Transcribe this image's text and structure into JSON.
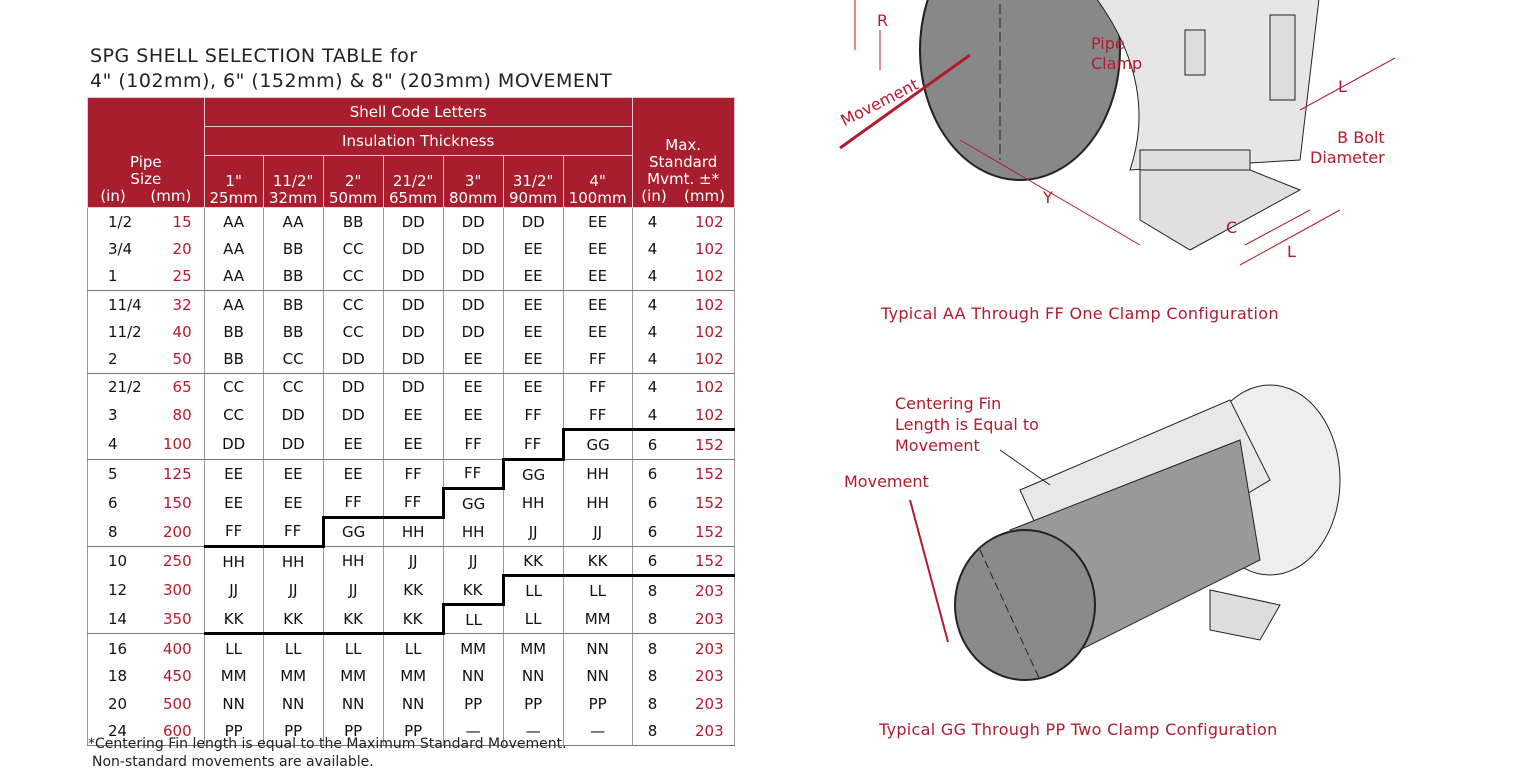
{
  "title_line1": "SPG SHELL SELECTION TABLE for",
  "title_line2": "4\" (102mm), 6\" (152mm) & 8\" (203mm) MOVEMENT",
  "header": {
    "pipe": "Pipe",
    "size": "Size",
    "in": "(in)",
    "mm": "(mm)",
    "shell": "Shell Code Letters",
    "insulation": "Insulation Thickness",
    "max1": "Max.",
    "max2": "Standard",
    "max3": "Mvmt. ±*",
    "thickness": [
      [
        "1\"",
        "25mm"
      ],
      [
        "11/2\"",
        "32mm"
      ],
      [
        "2\"",
        "50mm"
      ],
      [
        "21/2\"",
        "65mm"
      ],
      [
        "3\"",
        "80mm"
      ],
      [
        "31/2\"",
        "90mm"
      ],
      [
        "4\"",
        "100mm"
      ]
    ]
  },
  "rows": [
    [
      "1/2",
      "15",
      "AA",
      "AA",
      "BB",
      "DD",
      "DD",
      "DD",
      "EE",
      "4",
      "102"
    ],
    [
      "3/4",
      "20",
      "AA",
      "BB",
      "CC",
      "DD",
      "DD",
      "EE",
      "EE",
      "4",
      "102"
    ],
    [
      "1",
      "25",
      "AA",
      "BB",
      "CC",
      "DD",
      "DD",
      "EE",
      "EE",
      "4",
      "102"
    ],
    [
      "11/4",
      "32",
      "AA",
      "BB",
      "CC",
      "DD",
      "DD",
      "EE",
      "EE",
      "4",
      "102"
    ],
    [
      "11/2",
      "40",
      "BB",
      "BB",
      "CC",
      "DD",
      "DD",
      "EE",
      "EE",
      "4",
      "102"
    ],
    [
      "2",
      "50",
      "BB",
      "CC",
      "DD",
      "DD",
      "EE",
      "EE",
      "FF",
      "4",
      "102"
    ],
    [
      "21/2",
      "65",
      "CC",
      "CC",
      "DD",
      "DD",
      "EE",
      "EE",
      "FF",
      "4",
      "102"
    ],
    [
      "3",
      "80",
      "CC",
      "DD",
      "DD",
      "EE",
      "EE",
      "FF",
      "FF",
      "4",
      "102"
    ],
    [
      "4",
      "100",
      "DD",
      "DD",
      "EE",
      "EE",
      "FF",
      "FF",
      "GG",
      "6",
      "152"
    ],
    [
      "5",
      "125",
      "EE",
      "EE",
      "EE",
      "FF",
      "FF",
      "GG",
      "HH",
      "6",
      "152"
    ],
    [
      "6",
      "150",
      "EE",
      "EE",
      "FF",
      "FF",
      "GG",
      "HH",
      "HH",
      "6",
      "152"
    ],
    [
      "8",
      "200",
      "FF",
      "FF",
      "GG",
      "HH",
      "HH",
      "JJ",
      "JJ",
      "6",
      "152"
    ],
    [
      "10",
      "250",
      "HH",
      "HH",
      "HH",
      "JJ",
      "JJ",
      "KK",
      "KK",
      "6",
      "152"
    ],
    [
      "12",
      "300",
      "JJ",
      "JJ",
      "JJ",
      "KK",
      "KK",
      "LL",
      "LL",
      "8",
      "203"
    ],
    [
      "14",
      "350",
      "KK",
      "KK",
      "KK",
      "KK",
      "LL",
      "LL",
      "MM",
      "8",
      "203"
    ],
    [
      "16",
      "400",
      "LL",
      "LL",
      "LL",
      "LL",
      "MM",
      "MM",
      "NN",
      "8",
      "203"
    ],
    [
      "18",
      "450",
      "MM",
      "MM",
      "MM",
      "MM",
      "NN",
      "NN",
      "NN",
      "8",
      "203"
    ],
    [
      "20",
      "500",
      "NN",
      "NN",
      "NN",
      "NN",
      "PP",
      "PP",
      "PP",
      "8",
      "203"
    ],
    [
      "24",
      "600",
      "PP",
      "PP",
      "PP",
      "PP",
      "—",
      "—",
      "—",
      "8",
      "203"
    ]
  ],
  "footnote1": "*Centering Fin length is equal to the Maximum Standard Movement.",
  "footnote2": "Non-standard movements are available.",
  "fig1": {
    "R": "R",
    "pipe_clamp1": "Pipe",
    "pipe_clamp2": "Clamp",
    "movement": "Movement",
    "L": "L",
    "bbolt1": "B Bolt",
    "bbolt2": "Diameter",
    "Y": "Y",
    "C": "C",
    "caption": "Typical AA Through FF One Clamp Configuration"
  },
  "fig2": {
    "fin1": "Centering Fin",
    "fin2": "Length is Equal to",
    "fin3": "Movement",
    "movement": "Movement",
    "caption": "Typical GG Through PP Two Clamp Configuration"
  },
  "accent": "#a81e2f"
}
